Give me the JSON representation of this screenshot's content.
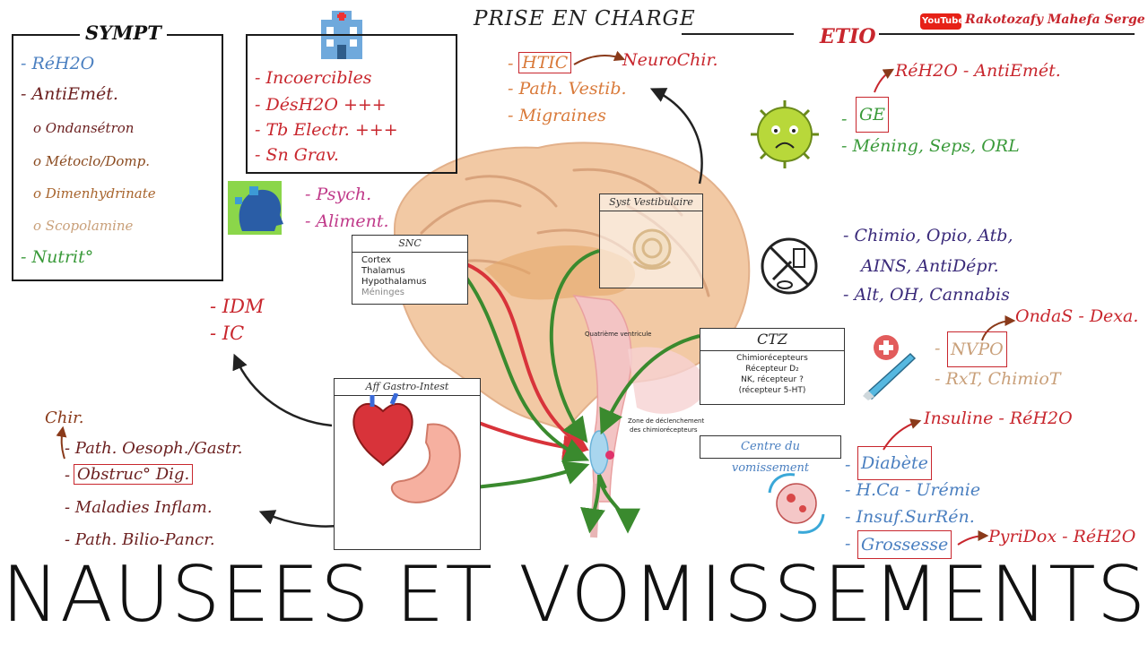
{
  "title": "NAUSEES ET VOMISSEMENTS",
  "channel": {
    "logo": "YouTube",
    "author": "Rakotozafy Mahefa Serge"
  },
  "headers": {
    "center": "PRISE EN CHARGE",
    "right": "ETIO"
  },
  "sympt": {
    "title": "SYMPT",
    "items": [
      "- RéH2O",
      "- AntiEmét.",
      "o Ondansétron",
      "o Métoclo/Domp.",
      "o Dimenhydrinate",
      "o Scopolamine",
      "- Nutrit°"
    ]
  },
  "hospital": {
    "items": [
      "- Incoercibles",
      "- DésH2O +++",
      "- Tb Electr. +++",
      "- Sn Grav."
    ]
  },
  "psych": {
    "items": [
      "- Psych.",
      "- Aliment."
    ]
  },
  "card_snc": {
    "title": "SNC",
    "items": [
      "Cortex",
      "Thalamus",
      "Hypothalamus",
      "Méninges"
    ]
  },
  "card_vestib": {
    "title": "Syst Vestibulaire"
  },
  "card_ctz": {
    "title": "CTZ",
    "items": [
      "Chimiorécepteurs",
      "Récepteur D₂",
      "NK, récepteur ?",
      "(récepteur 5-HT)"
    ]
  },
  "card_gastro": {
    "title": "Aff Gastro-Intest"
  },
  "vomit_center": "Centre du vomissement",
  "brain_labels": {
    "v4": "Quatrième ventricule",
    "zone1": "Zone de déclenchement",
    "zone2": "des chimiorécepteurs"
  },
  "central": {
    "htic": "HTIC",
    "neuro": "NeuroChir.",
    "items": [
      "- Path. Vestib.",
      "- Migraines"
    ]
  },
  "cardio": {
    "items": [
      "- IDM",
      "- IC"
    ]
  },
  "gastro_causes": {
    "chir": "Chir.",
    "items": [
      "- Path. Oesoph./Gastr.",
      "Obstruc° Dig.",
      "- Maladies Inflam.",
      "- Path. Bilio-Pancr."
    ]
  },
  "etio_ge": {
    "top": "RéH2O - AntiEmét.",
    "ge": "GE",
    "infect": "- Méning, Seps, ORL"
  },
  "etio_drugs": {
    "items": [
      "- Chimio, Opio, Atb,",
      "AINS, AntiDépr.",
      "- Alt, OH, Cannabis"
    ]
  },
  "etio_nvpo": {
    "top": "OndaS - Dexa.",
    "nvpo": "NVPO",
    "rxt": "- RxT, ChimioT"
  },
  "etio_meta": {
    "top": "Insuline - RéH2O",
    "diabete": "Diabète",
    "items": [
      "- H.Ca - Urémie",
      "- Insuf.SurRén."
    ],
    "grossesse": "Grossesse",
    "grossesse_tx": "PyriDox - RéH2O"
  },
  "colors": {
    "red": "#c8262d",
    "blue": "#4a7fc0",
    "brown": "#8a4a1f",
    "orange": "#d97a3a",
    "tan": "#c9a07a",
    "green": "#3a9a3a",
    "purple": "#3a2a7a",
    "magenta": "#c03a8a",
    "maroon": "#6b1f1f"
  }
}
